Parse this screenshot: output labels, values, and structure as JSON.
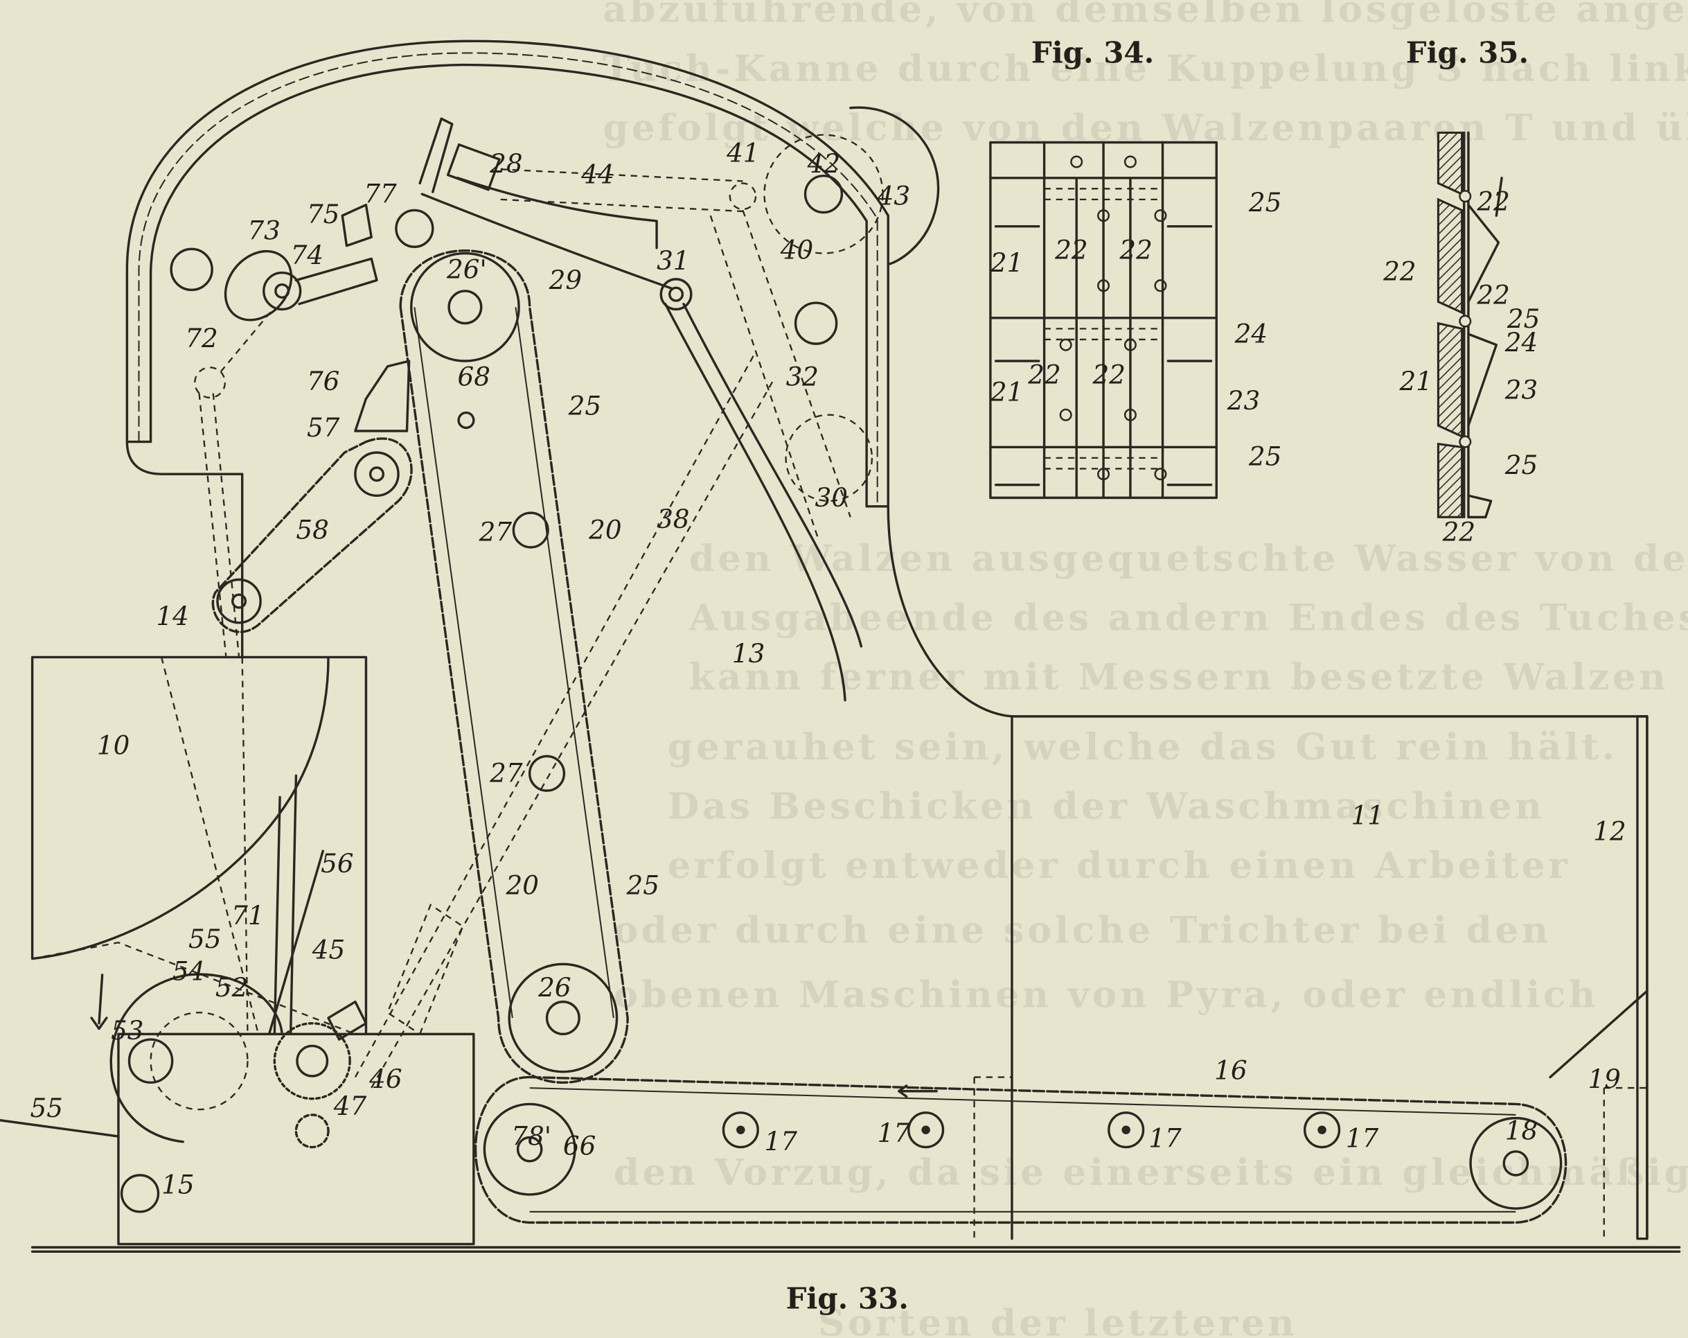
{
  "figures": {
    "fig33": "Fig. 33.",
    "fig34": "Fig. 34.",
    "fig35": "Fig. 35."
  },
  "labels": [
    "28",
    "44",
    "41",
    "42",
    "43",
    "77",
    "75",
    "73",
    "74",
    "40",
    "26'",
    "29",
    "31",
    "68",
    "72",
    "32",
    "76",
    "25",
    "57",
    "38",
    "30",
    "27",
    "20",
    "58",
    "14",
    "13",
    "10",
    "27",
    "25",
    "11",
    "12",
    "56",
    "71",
    "20",
    "55",
    "54",
    "52",
    "45",
    "53",
    "46",
    "47",
    "26",
    "16",
    "19",
    "55",
    "78'",
    "66",
    "17",
    "17",
    "17",
    "17",
    "18",
    "15"
  ],
  "fig34_labels": [
    "25",
    "21",
    "22",
    "22",
    "24",
    "21",
    "22",
    "22",
    "23",
    "25"
  ],
  "fig35_labels": [
    "22",
    "22",
    "22",
    "25",
    "24",
    "21",
    "23",
    "25",
    "22"
  ],
  "bleed": {
    "lines": [
      "abzuführende, von demselben losgelöste angetrocknete",
      "Tuch-Kanne durch eine Kuppelung S nach links getrieben",
      "gefolgt welche von den Walzenpaaren T und über",
      "den Walzen ausgequetschte Wasser von dem",
      "Ausgabeende des andern Endes des Tuches",
      "kann ferner mit Messern besetzte Walzen",
      "gerauhet sein, welche das Gut rein hält.",
      "Das Beschicken der Waschmaschinen",
      "erfolgt entweder durch einen Arbeiter",
      "oder durch eine solche Trichter bei den",
      "obenen Maschinen von Pyra, oder endlich",
      "den Vorzug, da sie einerseits ein gleichmäßiges",
      "Sorten der letzteren"
    ]
  },
  "colors": {
    "paper": "#e7e5ce",
    "ink": "#2b2721"
  }
}
